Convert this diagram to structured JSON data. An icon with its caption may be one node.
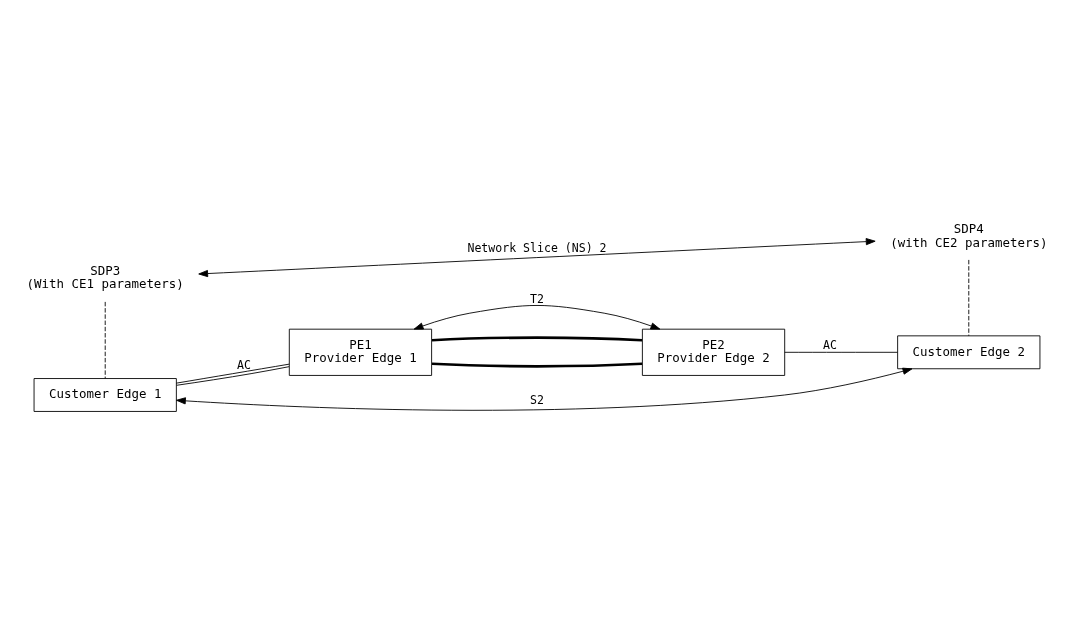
{
  "diagram": {
    "nodes": [
      {
        "text": [
          "SDP3",
          "(With CE1 parameters)"
        ]
      },
      {
        "text": [
          "SDP4",
          "(with CE2 parameters)"
        ]
      },
      {
        "text": [
          "Customer Edge 1"
        ]
      },
      {
        "text": [
          "PE1",
          "Provider Edge 1"
        ]
      },
      {
        "text": [
          "PE2",
          "Provider Edge 2"
        ]
      },
      {
        "text": [
          "Customer Edge 2"
        ]
      }
    ],
    "edges": [
      {
        "from": 0,
        "to": 1,
        "arrow": "both",
        "label": "Network Slice (NS) 2"
      },
      {
        "from": 0,
        "to": 2,
        "arrow": "none",
        "style": "dashed"
      },
      {
        "from": 1,
        "to": 5,
        "arrow": "none",
        "style": "dashed"
      },
      {
        "from": 2,
        "to": 5,
        "arrow": "both",
        "label": "S2"
      },
      {
        "from": 3,
        "to": 4,
        "arrow": "both",
        "label": "T2"
      },
      {
        "from": 2,
        "to": 3,
        "arrow": "none",
        "label": "AC"
      },
      {
        "from": 2,
        "to": 3,
        "arrow": "none"
      },
      {
        "from": 3,
        "to": 4,
        "arrow": "none",
        "style": "thick"
      },
      {
        "from": 3,
        "to": 4,
        "arrow": "none",
        "style": "thick"
      },
      {
        "from": 4,
        "to": 5,
        "arrow": "none",
        "label": "AC"
      }
    ]
  }
}
